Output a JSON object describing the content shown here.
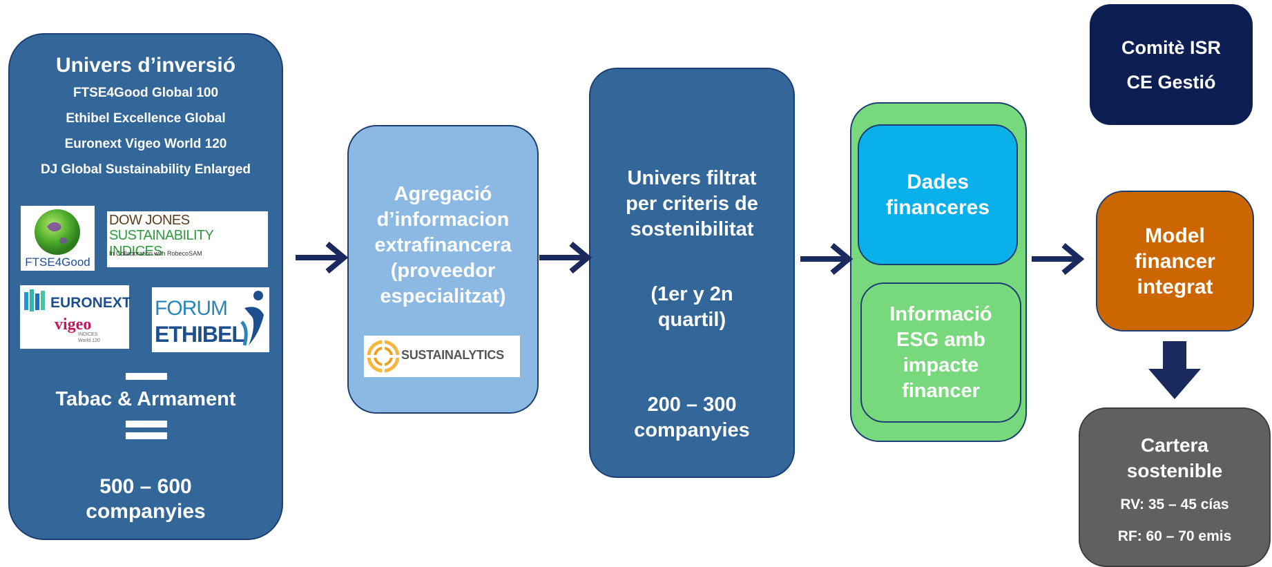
{
  "univers": {
    "title": "Univers d’inversió",
    "indices": [
      "FTSE4Good Global 100",
      "Ethibel Excellence Global",
      "Euronext Vigeo World 120",
      "DJ Global Sustainability Enlarged"
    ],
    "logos": {
      "ftse": "FTSE4Good",
      "dj_line1": "DOW JONES",
      "dj_line2": "SUSTAINABILITY INDICES",
      "dj_line3": "In Collaboration with RobecoSAM",
      "euronext": "EURONEXT",
      "vigeo": "vigeo",
      "vigeo_sub1": "INDICES",
      "vigeo_sub2": "World 120",
      "forum": "FORUM",
      "ethibel": "ETHIBEL"
    },
    "exclusion": "Tabac & Armament",
    "result_line1": "500 – 600",
    "result_line2": "companyies"
  },
  "agregacio": {
    "lines": [
      "Agregació",
      "d’informacion",
      "extrafinancera",
      "(proveedor",
      "especialitzat)"
    ],
    "logo": "SUSTAINALYTICS"
  },
  "filtrat": {
    "lines_a": [
      "Univers filtrat",
      "per criteris de",
      "sostenibilitat"
    ],
    "lines_b": [
      "(1er y 2n",
      "quartil)"
    ],
    "lines_c": [
      "200 – 300",
      "companyies"
    ]
  },
  "dades": {
    "lines": [
      "Dades",
      "financeres"
    ]
  },
  "esg": {
    "lines": [
      "Informació",
      "ESG amb",
      "impacte",
      "financer"
    ]
  },
  "comite": {
    "lines": [
      "Comitè ISR",
      "CE Gestió"
    ]
  },
  "model": {
    "lines": [
      "Model",
      "financer",
      "integrat"
    ]
  },
  "cartera": {
    "lines": [
      "Cartera",
      "sostenible"
    ],
    "rv": "RV: 35 – 45 cías",
    "rf": "RF: 60 – 70 emis"
  },
  "colors": {
    "dark_blue": "#336699",
    "light_blue": "#8cb9e3",
    "navy": "#0d1f52",
    "green": "#77d97b",
    "cyan": "#0ab0ea",
    "orange": "#cc6600",
    "grey": "#606060",
    "arrow": "#1a2a5e"
  }
}
